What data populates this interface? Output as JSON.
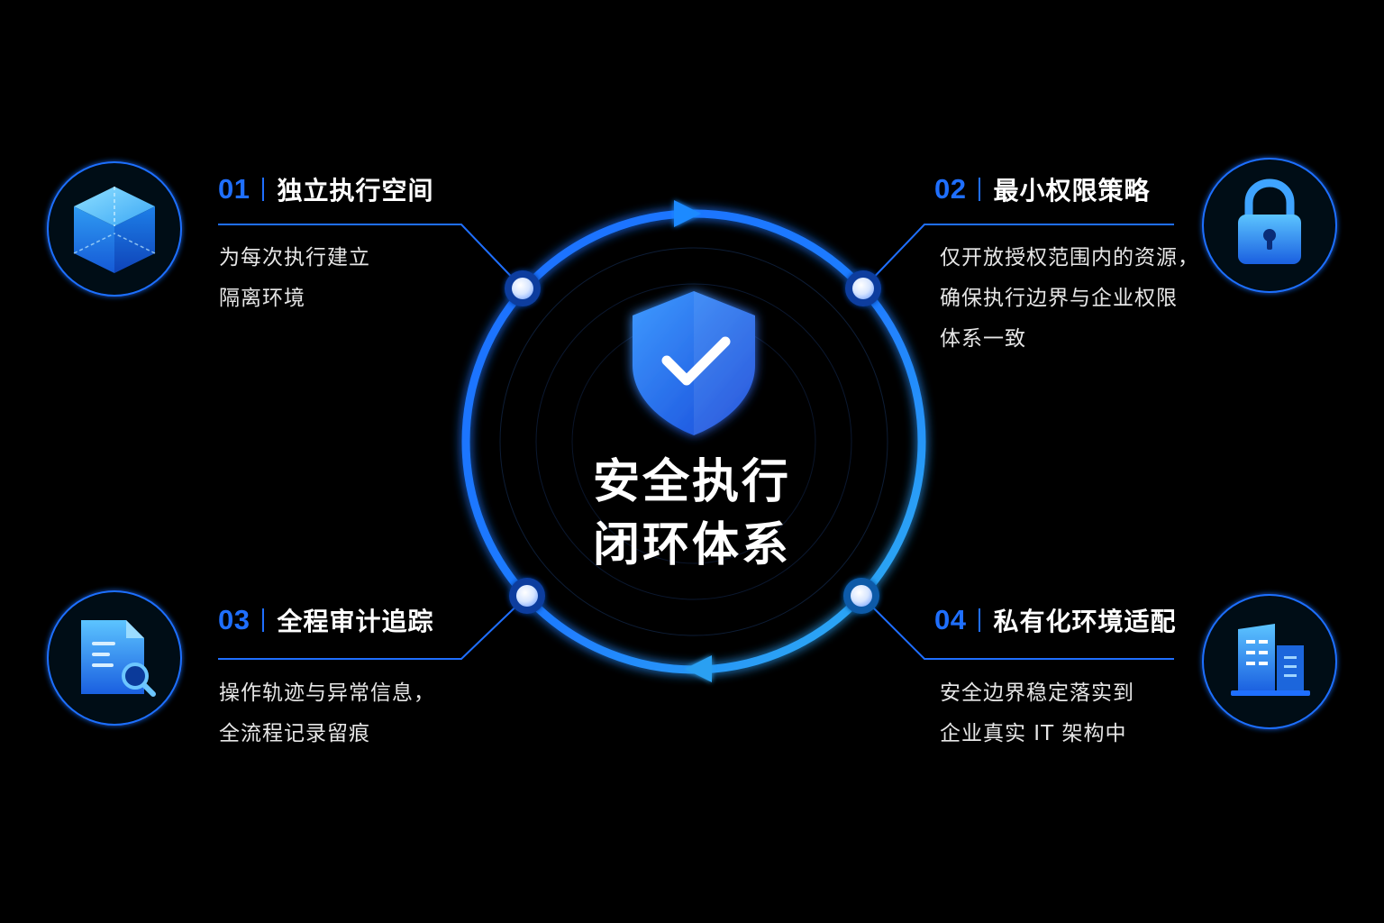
{
  "center": {
    "line1": "安全执行",
    "line2": "闭环体系",
    "icon": "shield-check-icon"
  },
  "features": [
    {
      "number": "01",
      "title": "独立执行空间",
      "desc_lines": [
        "为每次执行建立",
        "隔离环境"
      ],
      "icon": "cube-icon"
    },
    {
      "number": "02",
      "title": "最小权限策略",
      "desc_lines": [
        "仅开放授权范围内的资源，",
        "确保执行边界与企业权限",
        "体系一致"
      ],
      "icon": "lock-icon"
    },
    {
      "number": "03",
      "title": "全程审计追踪",
      "desc_lines": [
        "操作轨迹与异常信息，",
        "全流程记录留痕"
      ],
      "icon": "document-search-icon"
    },
    {
      "number": "04",
      "title": "私有化环境适配",
      "desc_lines": [
        "安全边界稳定落实到",
        "企业真实 IT 架构中"
      ],
      "icon": "building-icon"
    }
  ],
  "colors": {
    "background": "#000000",
    "accent": "#1f6fff",
    "ring_start": "#1f6fff",
    "ring_end": "#31b6f0"
  }
}
